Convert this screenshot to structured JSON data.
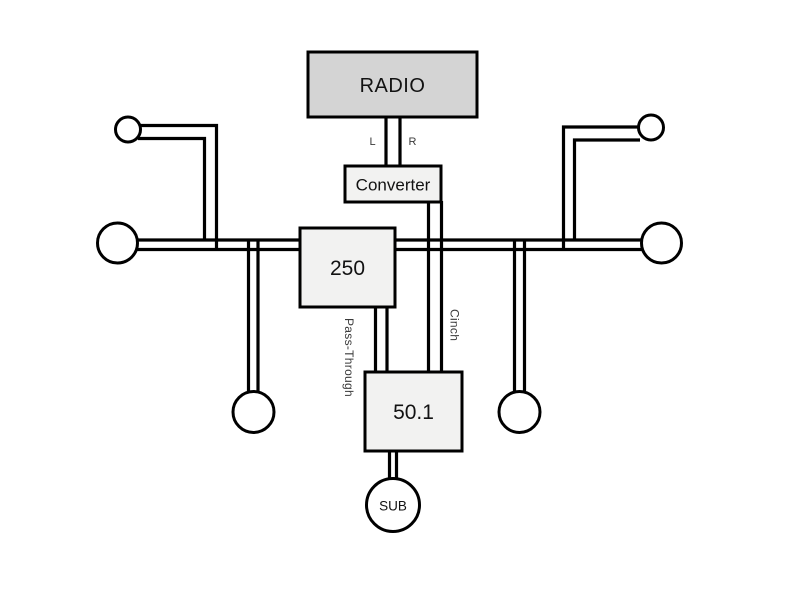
{
  "colors": {
    "background": "#ffffff",
    "line": "#000000",
    "radio_fill": "#d4d4d4",
    "box_fill": "#f2f2f1",
    "speaker_fill": "#ffffff",
    "label_dark": "#121212",
    "label_small": "#3a3a3a"
  },
  "nodes": {
    "radio": {
      "label": "RADIO"
    },
    "converter": {
      "label": "Converter"
    },
    "amp_250": {
      "label": "250"
    },
    "amp_50_1": {
      "label": "50.1"
    },
    "sub": {
      "label": "SUB"
    }
  },
  "wire_labels": {
    "left": "L",
    "right": "R",
    "pass_through": "Pass-Through",
    "cinch": "Cinch"
  }
}
